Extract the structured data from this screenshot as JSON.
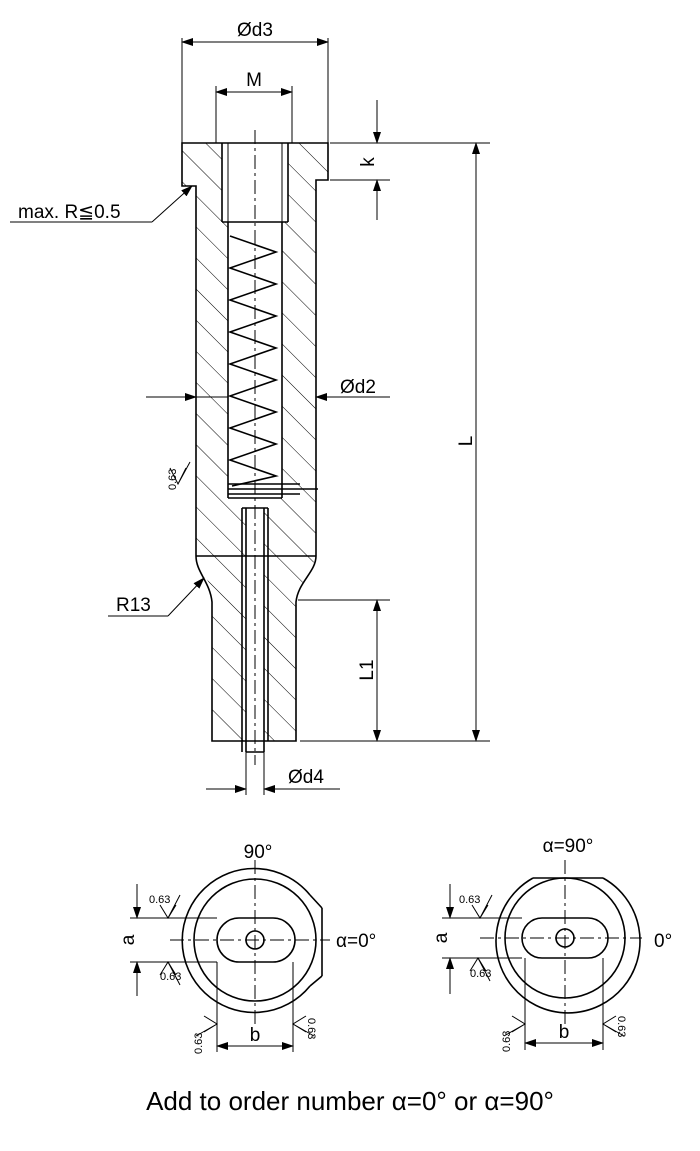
{
  "labels": {
    "d3": "Ød3",
    "m": "M",
    "k": "k",
    "max_r": "max. R≦0.5",
    "d2": "Ød2",
    "l": "L",
    "r13": "R13",
    "l1": "L1",
    "d4": "Ød4",
    "roughness": "0.63",
    "top_view_left": "90°",
    "top_view_right": "α=90°",
    "alpha_zero": "α=0°",
    "zero": "0°",
    "a": "a",
    "b": "b"
  },
  "caption": "Add to order number α=0° or α=90°"
}
